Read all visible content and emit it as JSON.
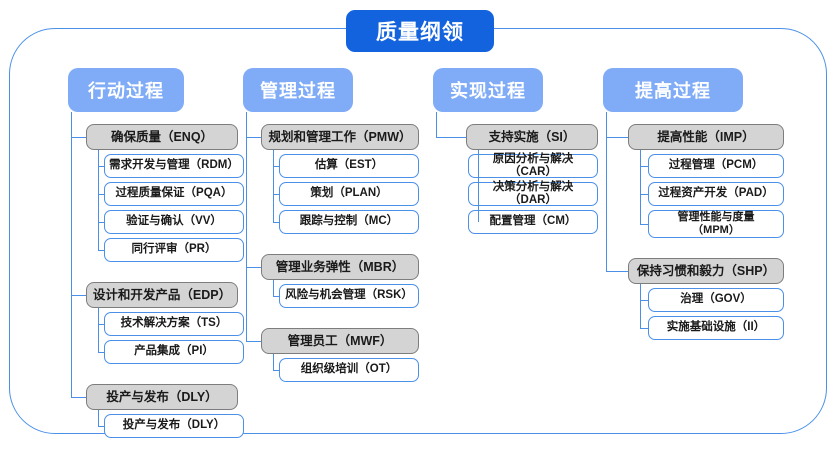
{
  "root": {
    "title": "质量纲领"
  },
  "columns": [
    {
      "header": "行动过程",
      "groups": [
        {
          "label": "确保质量（ENQ）",
          "children": [
            "需求开发与管理（RDM）",
            "过程质量保证（PQA）",
            "验证与确认（VV）",
            "同行评审（PR）"
          ]
        },
        {
          "label": "设计和开发产品（EDP）",
          "children": [
            "技术解决方案（TS）",
            "产品集成（PI）"
          ]
        },
        {
          "label": "投产与发布（DLY）",
          "children": [
            "投产与发布（DLY）"
          ]
        }
      ]
    },
    {
      "header": "管理过程",
      "groups": [
        {
          "label": "规划和管理工作（PMW）",
          "children": [
            "估算（EST）",
            "策划（PLAN）",
            "跟踪与控制（MC）"
          ]
        },
        {
          "label": "管理业务弹性（MBR）",
          "children": [
            "风险与机会管理（RSK）"
          ]
        },
        {
          "label": "管理员工（MWF）",
          "children": [
            "组织级培训（OT）"
          ]
        }
      ]
    },
    {
      "header": "实现过程",
      "groups": [
        {
          "label": "支持实施（SI）",
          "children": [
            "原因分析与解决（CAR）",
            "决策分析与解决（DAR）",
            "配置管理（CM）"
          ]
        }
      ]
    },
    {
      "header": "提高过程",
      "groups": [
        {
          "label": "提高性能（IMP）",
          "children": [
            "过程管理（PCM）",
            "过程资产开发（PAD）",
            "管理性能与度量\n（MPM）"
          ]
        },
        {
          "label": "保持习惯和毅力（SHP）",
          "children": [
            "治理（GOV）",
            "实施基础设施（II）"
          ]
        }
      ]
    }
  ],
  "colors": {
    "root_fill": "#1263dd",
    "header_fill": "#7fabf7",
    "group_fill": "#d4d4d4",
    "group_border": "#7d7d7d",
    "child_border": "#4a90e8",
    "frame_border": "#4a90e8",
    "line": "#4a90e8"
  }
}
